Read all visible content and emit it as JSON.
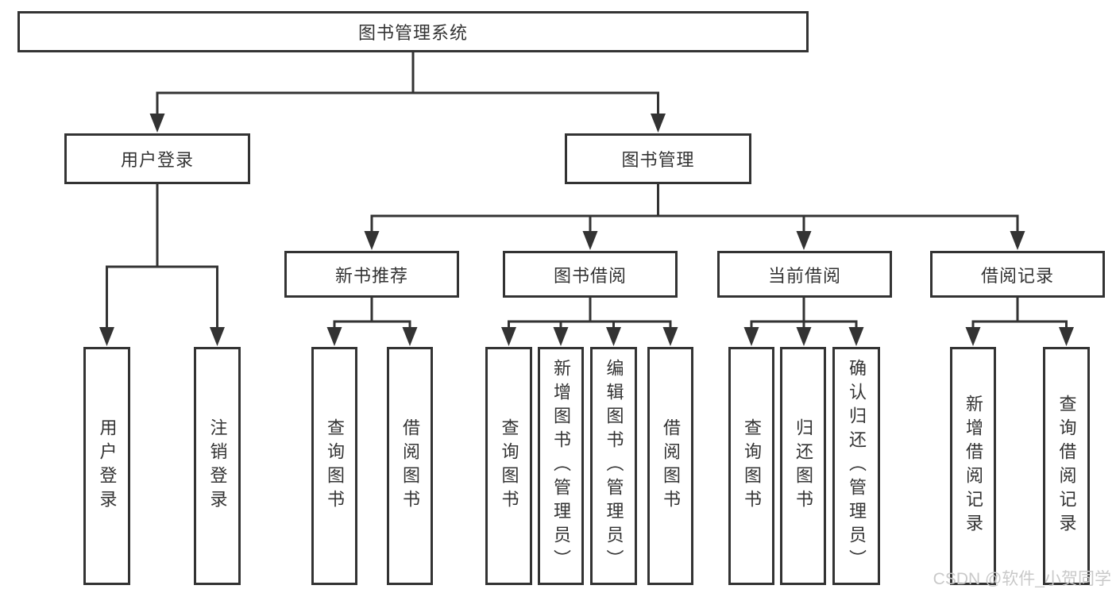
{
  "diagram": {
    "title": "图书管理系统",
    "branches": [
      {
        "label": "用户登录",
        "children": [
          {
            "label": "用户登录"
          },
          {
            "label": "注销登录"
          }
        ]
      },
      {
        "label": "图书管理",
        "children": [
          {
            "label": "新书推荐",
            "children": [
              {
                "label": "查询图书"
              },
              {
                "label": "借阅图书"
              }
            ]
          },
          {
            "label": "图书借阅",
            "children": [
              {
                "label": "查询图书"
              },
              {
                "label": "新增图书（管理员）"
              },
              {
                "label": "编辑图书（管理员）"
              },
              {
                "label": "借阅图书"
              }
            ]
          },
          {
            "label": "当前借阅",
            "children": [
              {
                "label": "查询图书"
              },
              {
                "label": "归还图书"
              },
              {
                "label": "确认归还（管理员）"
              }
            ]
          },
          {
            "label": "借阅记录",
            "children": [
              {
                "label": "新增借阅记录"
              },
              {
                "label": "查询借阅记录"
              }
            ]
          }
        ]
      }
    ],
    "line_color": "#333333",
    "background_color": "#ffffff",
    "watermark_color": "#c9c9c9"
  },
  "watermark": {
    "text": "CSDN @软件_小贺同学"
  }
}
